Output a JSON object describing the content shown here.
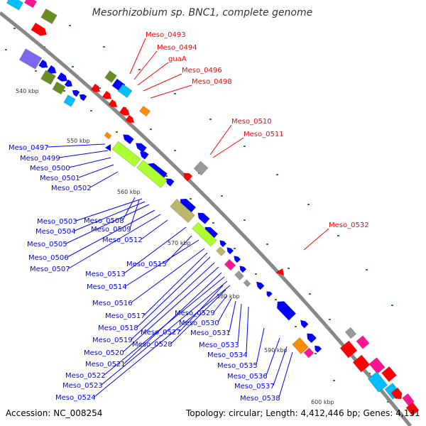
{
  "title": "Mesorhizobium sp. BNC1, complete genome",
  "accession": "Accession: NC_008254",
  "topology": "Topology: circular; Length: 4,412,446 bp; Genes: 4,131",
  "ticks": [
    "540 kbp",
    "550 kbp",
    "560 kbp",
    "570 kbp",
    "580 kbp",
    "590 kbp",
    "600 kbp"
  ],
  "colors": {
    "forward_cds": "#ff0000",
    "reverse_cds": "#0000ff",
    "yellowgreen": "#adff2f",
    "olive": "#6b8e23",
    "khaki": "#bdb76b",
    "cyan": "#00bfff",
    "orange": "#ff8c00",
    "pink": "#ff1493",
    "violet": "#7b68ee",
    "gray": "#999999",
    "backbone": "#888888",
    "dots": "#228b22"
  },
  "red_labels": [
    "Meso_0493",
    "Meso_0494",
    "guaA",
    "Meso_0496",
    "Meso_0498",
    "Meso_0510",
    "Meso_0511",
    "Meso_0532"
  ],
  "blue_labels": [
    "Meso_0497",
    "Meso_0499",
    "Meso_0500",
    "Meso_0501",
    "Meso_0502",
    "Meso_0503",
    "Meso_0504",
    "Meso_0505",
    "Meso_0506",
    "Meso_0507",
    "Meso_0508",
    "Meso_0509",
    "Meso_0512",
    "Meso_0513",
    "Meso_0514",
    "Meso_0515",
    "Meso_0516",
    "Meso_0517",
    "Meso_0518",
    "Meso_0519",
    "Meso_0520",
    "Meso_0521",
    "Meso_0522",
    "Meso_0523",
    "Meso_0524",
    "Meso_0527",
    "Meso_0528",
    "Meso_0529",
    "Meso_0530",
    "Meso_0531",
    "Meso_0533",
    "Meso_0534",
    "Meso_0535",
    "Meso_0536",
    "Meso_0537",
    "Meso_0538"
  ]
}
